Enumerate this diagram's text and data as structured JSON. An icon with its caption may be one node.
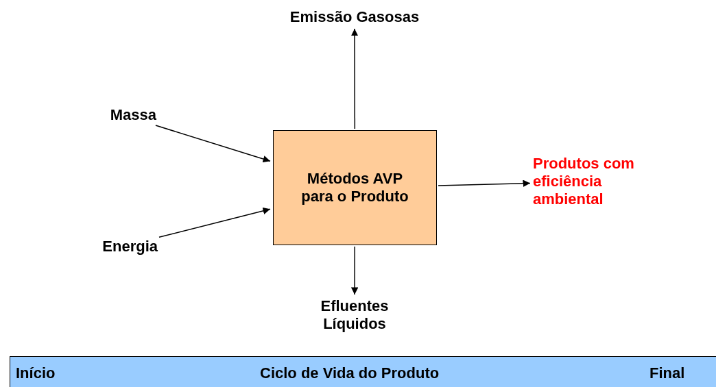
{
  "diagram": {
    "nodes": [
      {
        "text": [
          "Emissão Gasosas"
        ]
      },
      {
        "text": [
          "Massa"
        ]
      },
      {
        "text": [
          "Métodos AVP para o Produto"
        ]
      },
      {
        "text": [
          "Produtos com eficiência ambiental"
        ]
      },
      {
        "text": [
          "Energia"
        ]
      },
      {
        "text": [
          "Efluentes Líquidos"
        ]
      },
      {
        "text": [
          "Início",
          "Ciclo de Vida do Produto",
          "Final"
        ]
      }
    ],
    "edges": [
      {
        "from": 2,
        "to": 0,
        "arrow": "to"
      },
      {
        "from": 1,
        "to": 2,
        "arrow": "to"
      },
      {
        "from": 4,
        "to": 2,
        "arrow": "to"
      },
      {
        "from": 2,
        "to": 3,
        "arrow": "to"
      },
      {
        "from": 2,
        "to": 5,
        "arrow": "to"
      }
    ]
  }
}
